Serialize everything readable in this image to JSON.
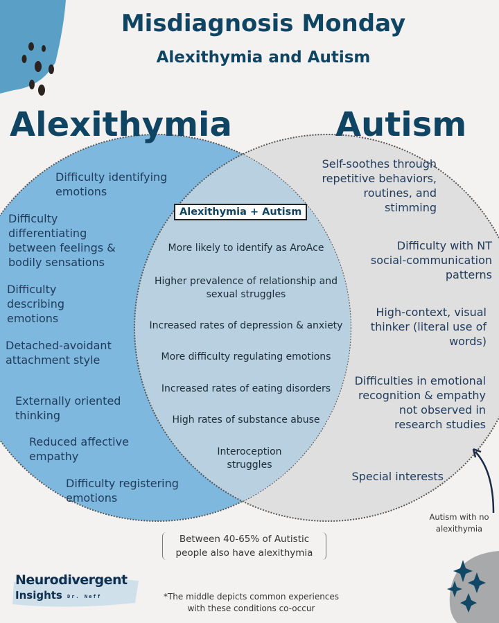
{
  "header": {
    "title": "Misdiagnosis Monday",
    "subtitle": "Alexithymia and Autism"
  },
  "venn": {
    "left_label": "Alexithymia",
    "right_label": "Autism",
    "overlap_label": "Alexithymia + Autism",
    "left_items": [
      "Difficulty identifying emotions",
      "Difficulty differentiating between feelings & bodily sensations",
      "Difficulty describing emotions",
      "Detached-avoidant attachment style",
      "Externally oriented thinking",
      "Reduced affective empathy",
      "Difficulty registering emotions"
    ],
    "overlap_items": [
      "More likely to identify as AroAce",
      "Higher prevalence of relationship and sexual struggles",
      "Increased rates of depression & anxiety",
      "More difficulty regulating emotions",
      "Increased rates of eating disorders",
      "High rates of substance abuse",
      "Interoception struggles"
    ],
    "right_items": [
      "Self-soothes through repetitive behaviors, routines, and stimming",
      "Difficulty with NT social-communication patterns",
      "High-context, visual thinker (literal use of words)",
      "Difficulties in emotional recognition & empathy not observed in research studies",
      "Special interests"
    ],
    "arrow_note": "Autism with no alexithymia",
    "colors": {
      "left": "#7fb8de",
      "right": "#e0dfdf",
      "overlap": "#b7cfe0",
      "title": "#0f4463"
    }
  },
  "stat_note": "Between 40-65% of Autistic people also have alexithymia",
  "footer": {
    "brand_line1": "Neurodivergent",
    "brand_line2": "Insights",
    "brand_author": "Dr. Neff",
    "footnote": "*The middle depicts common experiences with these conditions co-occur"
  }
}
